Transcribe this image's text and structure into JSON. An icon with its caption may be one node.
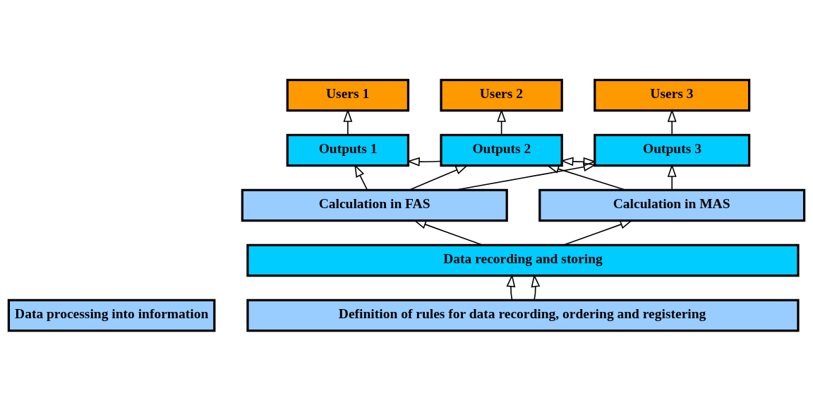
{
  "diagram": {
    "nodes": [
      {
        "text": [
          "Users 1"
        ]
      },
      {
        "text": [
          "Users 2"
        ]
      },
      {
        "text": [
          "Users 3"
        ]
      },
      {
        "text": [
          "Outputs 1"
        ]
      },
      {
        "text": [
          "Outputs 2"
        ]
      },
      {
        "text": [
          "Outputs 3"
        ]
      },
      {
        "text": [
          "Calculation in FAS"
        ]
      },
      {
        "text": [
          "Calculation in MAS"
        ]
      },
      {
        "text": [
          "Data recording and storing"
        ]
      },
      {
        "text": [
          "Definition of rules for data recording, ordering and registering"
        ]
      },
      {
        "text": [
          "Data processing into information"
        ]
      }
    ],
    "edges": [
      {
        "from": 9,
        "to": 8,
        "arrow": "to"
      },
      {
        "from": 9,
        "to": 8,
        "arrow": "to"
      },
      {
        "from": 8,
        "to": 6,
        "arrow": "to"
      },
      {
        "from": 8,
        "to": 7,
        "arrow": "to"
      },
      {
        "from": 6,
        "to": 3,
        "arrow": "to"
      },
      {
        "from": 6,
        "to": 4,
        "arrow": "to"
      },
      {
        "from": 7,
        "to": 5,
        "arrow": "to"
      },
      {
        "from": 6,
        "to": 5,
        "arrow": "to"
      },
      {
        "from": 7,
        "to": 4,
        "arrow": "to"
      },
      {
        "from": 3,
        "to": 0,
        "arrow": "to"
      },
      {
        "from": 4,
        "to": 1,
        "arrow": "to"
      },
      {
        "from": 5,
        "to": 2,
        "arrow": "to"
      },
      {
        "from": 4,
        "to": 3,
        "arrow": "to"
      },
      {
        "from": 4,
        "to": 5,
        "arrow": "both"
      }
    ]
  }
}
